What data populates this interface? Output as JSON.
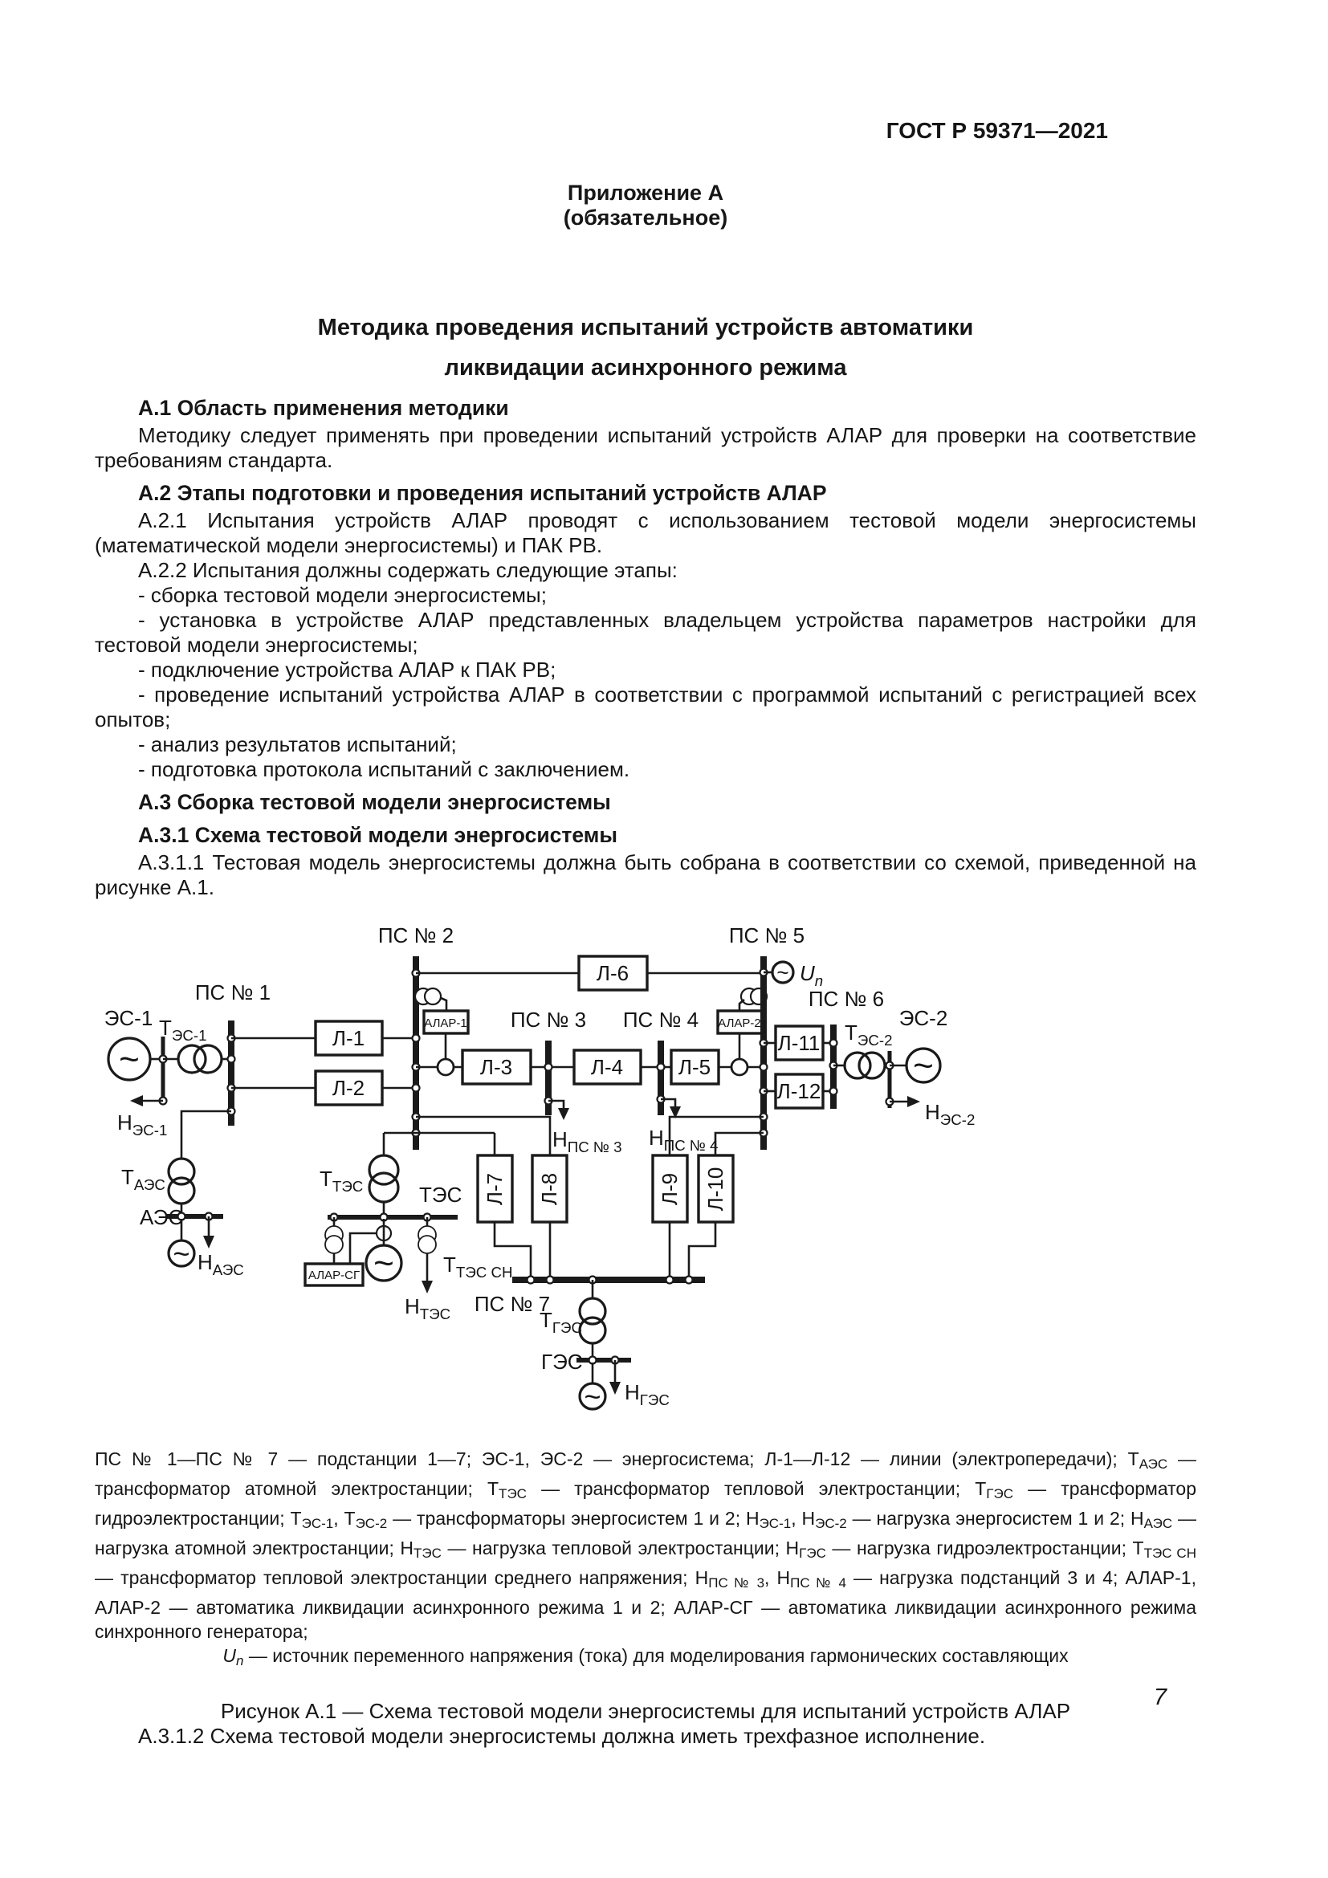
{
  "page": {
    "header": "ГОСТ Р 59371—2021",
    "page_number": "7",
    "appendix_title": "Приложение А",
    "appendix_subtitle": "(обязательное)",
    "title_line1": "Методика проведения испытаний устройств автоматики",
    "title_line2": "ликвидации асинхронного режима"
  },
  "sections": {
    "a1_heading": "А.1  Область применения методики",
    "a1_p1": "Методику следует применять при проведении испытаний устройств АЛАР для проверки на соответствие требованиям стандарта.",
    "a2_heading": "А.2  Этапы подготовки и проведения испытаний устройств АЛАР",
    "a2_1": "А.2.1  Испытания устройств АЛАР проводят с использованием тестовой модели энергосистемы (математической модели энергосистемы) и ПАК РВ.",
    "a2_2": "А.2.2  Испытания должны содержать следующие этапы:",
    "bullets": [
      "- сборка тестовой модели энергосистемы;",
      "- установка в устройстве АЛАР представленных владельцем устройства параметров настройки для тестовой модели энергосистемы;",
      "- подключение устройства АЛАР к ПАК РВ;",
      "- проведение испытаний устройства АЛАР в соответствии с программой испытаний с регистрацией всех опытов;",
      "- анализ результатов испытаний;",
      "- подготовка протокола испытаний с заключением.",
      "А.3  Сборка тестовой модели энергосистемы",
      "А.3.1  Схема тестовой модели энергосистемы"
    ],
    "a3_heading": "А.3  Сборка тестовой модели энергосистемы",
    "a3_1_heading": "А.3.1  Схема тестовой модели энергосистемы",
    "a3_1_1": "А.3.1.1  Тестовая модель энергосистемы должна быть собрана в соответствии со схемой, приведенной на рисунке А.1.",
    "a3_1_2": "А.3.1.2  Схема тестовой модели энергосистемы должна иметь трехфазное исполнение.",
    "figure_caption": "Рисунок А.1 — Схема тестовой модели энергосистемы для испытаний устройств АЛАР"
  },
  "diagram": {
    "labels": {
      "ps1": {
        "t": "ПС № 1"
      },
      "ps2": {
        "t": "ПС № 2"
      },
      "ps3": {
        "t": "ПС № 3"
      },
      "ps4": {
        "t": "ПС № 4"
      },
      "ps5": {
        "t": "ПС № 5"
      },
      "ps6": {
        "t": "ПС № 6"
      },
      "ps7": {
        "t": "ПС № 7"
      },
      "es1": {
        "t": "ЭС-1"
      },
      "es2": {
        "t": "ЭС-2"
      },
      "aes": {
        "t": "АЭС"
      },
      "tes": {
        "t": "ТЭС"
      },
      "ges": {
        "t": "ГЭС"
      },
      "l1": {
        "t": "Л-1"
      },
      "l2": {
        "t": "Л-2"
      },
      "l3": {
        "t": "Л-3"
      },
      "l4": {
        "t": "Л-4"
      },
      "l5": {
        "t": "Л-5"
      },
      "l6": {
        "t": "Л-6"
      },
      "l7": {
        "t": "Л-7"
      },
      "l8": {
        "t": "Л-8"
      },
      "l9": {
        "t": "Л-9"
      },
      "l10": {
        "t": "Л-10"
      },
      "l11": {
        "t": "Л-11"
      },
      "l12": {
        "t": "Л-12"
      },
      "alar1": {
        "t": "АЛАР-1"
      },
      "alar2": {
        "t": "АЛАР-2"
      },
      "alarsg": {
        "t": "АЛАР-СГ"
      },
      "t_es1": {
        "t": "Т",
        "s": "ЭС-1"
      },
      "t_es2": {
        "t": "Т",
        "s": "ЭС-2"
      },
      "t_aes": {
        "t": "Т",
        "s": "АЭС"
      },
      "t_tes": {
        "t": "Т",
        "s": "ТЭС"
      },
      "t_tessn": {
        "t": "Т",
        "s": "ТЭС СН"
      },
      "t_ges": {
        "t": "Т",
        "s": "ГЭС"
      },
      "n_es1": {
        "t": "Н",
        "s": "ЭС-1"
      },
      "n_es2": {
        "t": "Н",
        "s": "ЭС-2"
      },
      "n_aes": {
        "t": "Н",
        "s": "АЭС"
      },
      "n_tes": {
        "t": "Н",
        "s": "ТЭС"
      },
      "n_ges": {
        "t": "Н",
        "s": "ГЭС"
      },
      "n_ps3": {
        "t": "Н",
        "s": "ПС № 3"
      },
      "n_ps4": {
        "t": "Н",
        "s": "ПС № 4"
      },
      "un": {
        "t": "U",
        "s": "n",
        "i": true
      },
      "ac": {
        "t": "~"
      }
    }
  },
  "legend": {
    "segments": [
      [
        "t",
        "ПС № 1—ПС № 7 — подстанции 1—7; ЭС-1, ЭС-2 — энергосистема; Л-1—Л-12 — линии (электропередачи); Т"
      ],
      [
        "s",
        "АЭС"
      ],
      [
        "t",
        " — трансформатор атомной электростанции; Т"
      ],
      [
        "s",
        "ТЭС"
      ],
      [
        "t",
        " — трансформатор тепловой электростанции; Т"
      ],
      [
        "s",
        "ГЭС"
      ],
      [
        "t",
        " — трансформатор гидроэлектростанции; Т"
      ],
      [
        "s",
        "ЭС-1"
      ],
      [
        "t",
        ", Т"
      ],
      [
        "s",
        "ЭС-2"
      ],
      [
        "t",
        " — трансформаторы энергосистем 1 и 2; Н"
      ],
      [
        "s",
        "ЭС-1"
      ],
      [
        "t",
        ", Н"
      ],
      [
        "s",
        "ЭС-2"
      ],
      [
        "t",
        " — нагрузка энергосистем 1 и 2; Н"
      ],
      [
        "s",
        "АЭС"
      ],
      [
        "t",
        " — нагрузка атомной электростанции; Н"
      ],
      [
        "s",
        "ТЭС"
      ],
      [
        "t",
        " — нагрузка тепловой электростанции; Н"
      ],
      [
        "s",
        "ГЭС"
      ],
      [
        "t",
        " — нагрузка гидроэлектростанции; Т"
      ],
      [
        "s",
        "ТЭС СН"
      ],
      [
        "t",
        " — трансформатор тепловой электростанции среднего напряжения; Н"
      ],
      [
        "s",
        "ПС № 3"
      ],
      [
        "t",
        ", Н"
      ],
      [
        "s",
        "ПС № 4"
      ],
      [
        "t",
        " — нагрузка подстанций 3 и 4; АЛАР-1, АЛАР-2 — автоматика ликвидации асинхронного режима 1 и 2; АЛАР-СГ — автоматика ликвидации асинхронного режима синхронного генератора;"
      ]
    ],
    "last_line": [
      [
        "i",
        "U"
      ],
      [
        "si",
        "n"
      ],
      [
        "t",
        " — источник переменного напряжения (тока) для моделирования гармонических составляющих"
      ]
    ]
  }
}
